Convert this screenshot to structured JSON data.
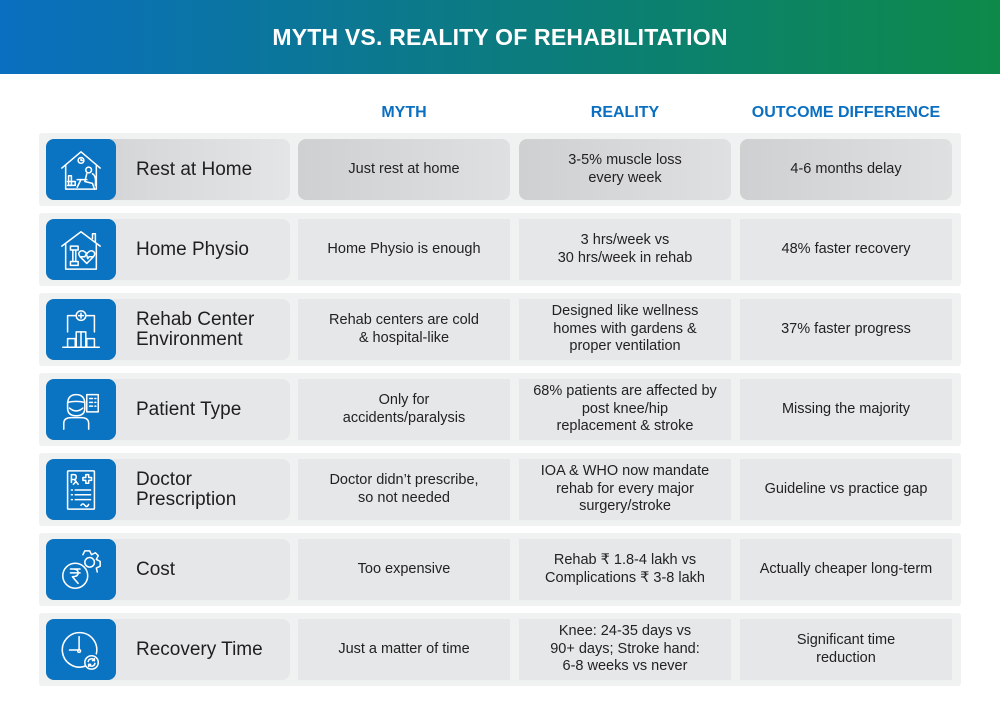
{
  "title": "MYTH VS. REALITY OF REHABILITATION",
  "columns": {
    "myth": "MYTH",
    "reality": "REALITY",
    "outcome": "OUTCOME DIFFERENCE"
  },
  "rows": [
    {
      "icon": "house-resting-person-icon",
      "category": "Rest at Home",
      "myth": "Just rest at home",
      "reality": "3-5% muscle loss\nevery week",
      "outcome": "4-6 months delay"
    },
    {
      "icon": "house-dumbbell-heart-icon",
      "category": "Home Physio",
      "myth": "Home Physio is enough",
      "reality": "3 hrs/week vs\n30 hrs/week in rehab",
      "outcome": "48% faster recovery"
    },
    {
      "icon": "hospital-building-icon",
      "category": "Rehab Center\nEnvironment",
      "myth": "Rehab centers are cold\n& hospital-like",
      "reality": "Designed like wellness\nhomes with gardens &\nproper ventilation",
      "outcome": "37% faster progress"
    },
    {
      "icon": "patient-chart-icon",
      "category": "Patient Type",
      "myth": "Only for\naccidents/paralysis",
      "reality": "68% patients are affected by\npost knee/hip\nreplacement & stroke",
      "outcome": "Missing the majority"
    },
    {
      "icon": "prescription-icon",
      "category": "Doctor\nPrescription",
      "myth": "Doctor didn’t prescribe,\nso not needed",
      "reality": "IOA & WHO now mandate\nrehab for every major\nsurgery/stroke",
      "outcome": "Guideline vs practice gap"
    },
    {
      "icon": "rupee-gear-icon",
      "category": "Cost",
      "myth": "Too expensive",
      "reality": "Rehab ₹ 1.8-4 lakh vs\nComplications ₹ 3-8 lakh",
      "outcome": "Actually cheaper long-term"
    },
    {
      "icon": "clock-refresh-icon",
      "category": "Recovery Time",
      "myth": "Just a matter of time",
      "reality": "Knee: 24-35 days vs\n90+ days; Stroke hand:\n6-8 weeks vs never",
      "outcome": "Significant time\nreduction"
    }
  ],
  "colors": {
    "accent_blue": "#0a73c2",
    "banner_start": "#0a6fc0",
    "banner_end": "#0d8a4a",
    "cell_gray": "#e6e7e8",
    "row_bg": "#f0f1f1"
  }
}
